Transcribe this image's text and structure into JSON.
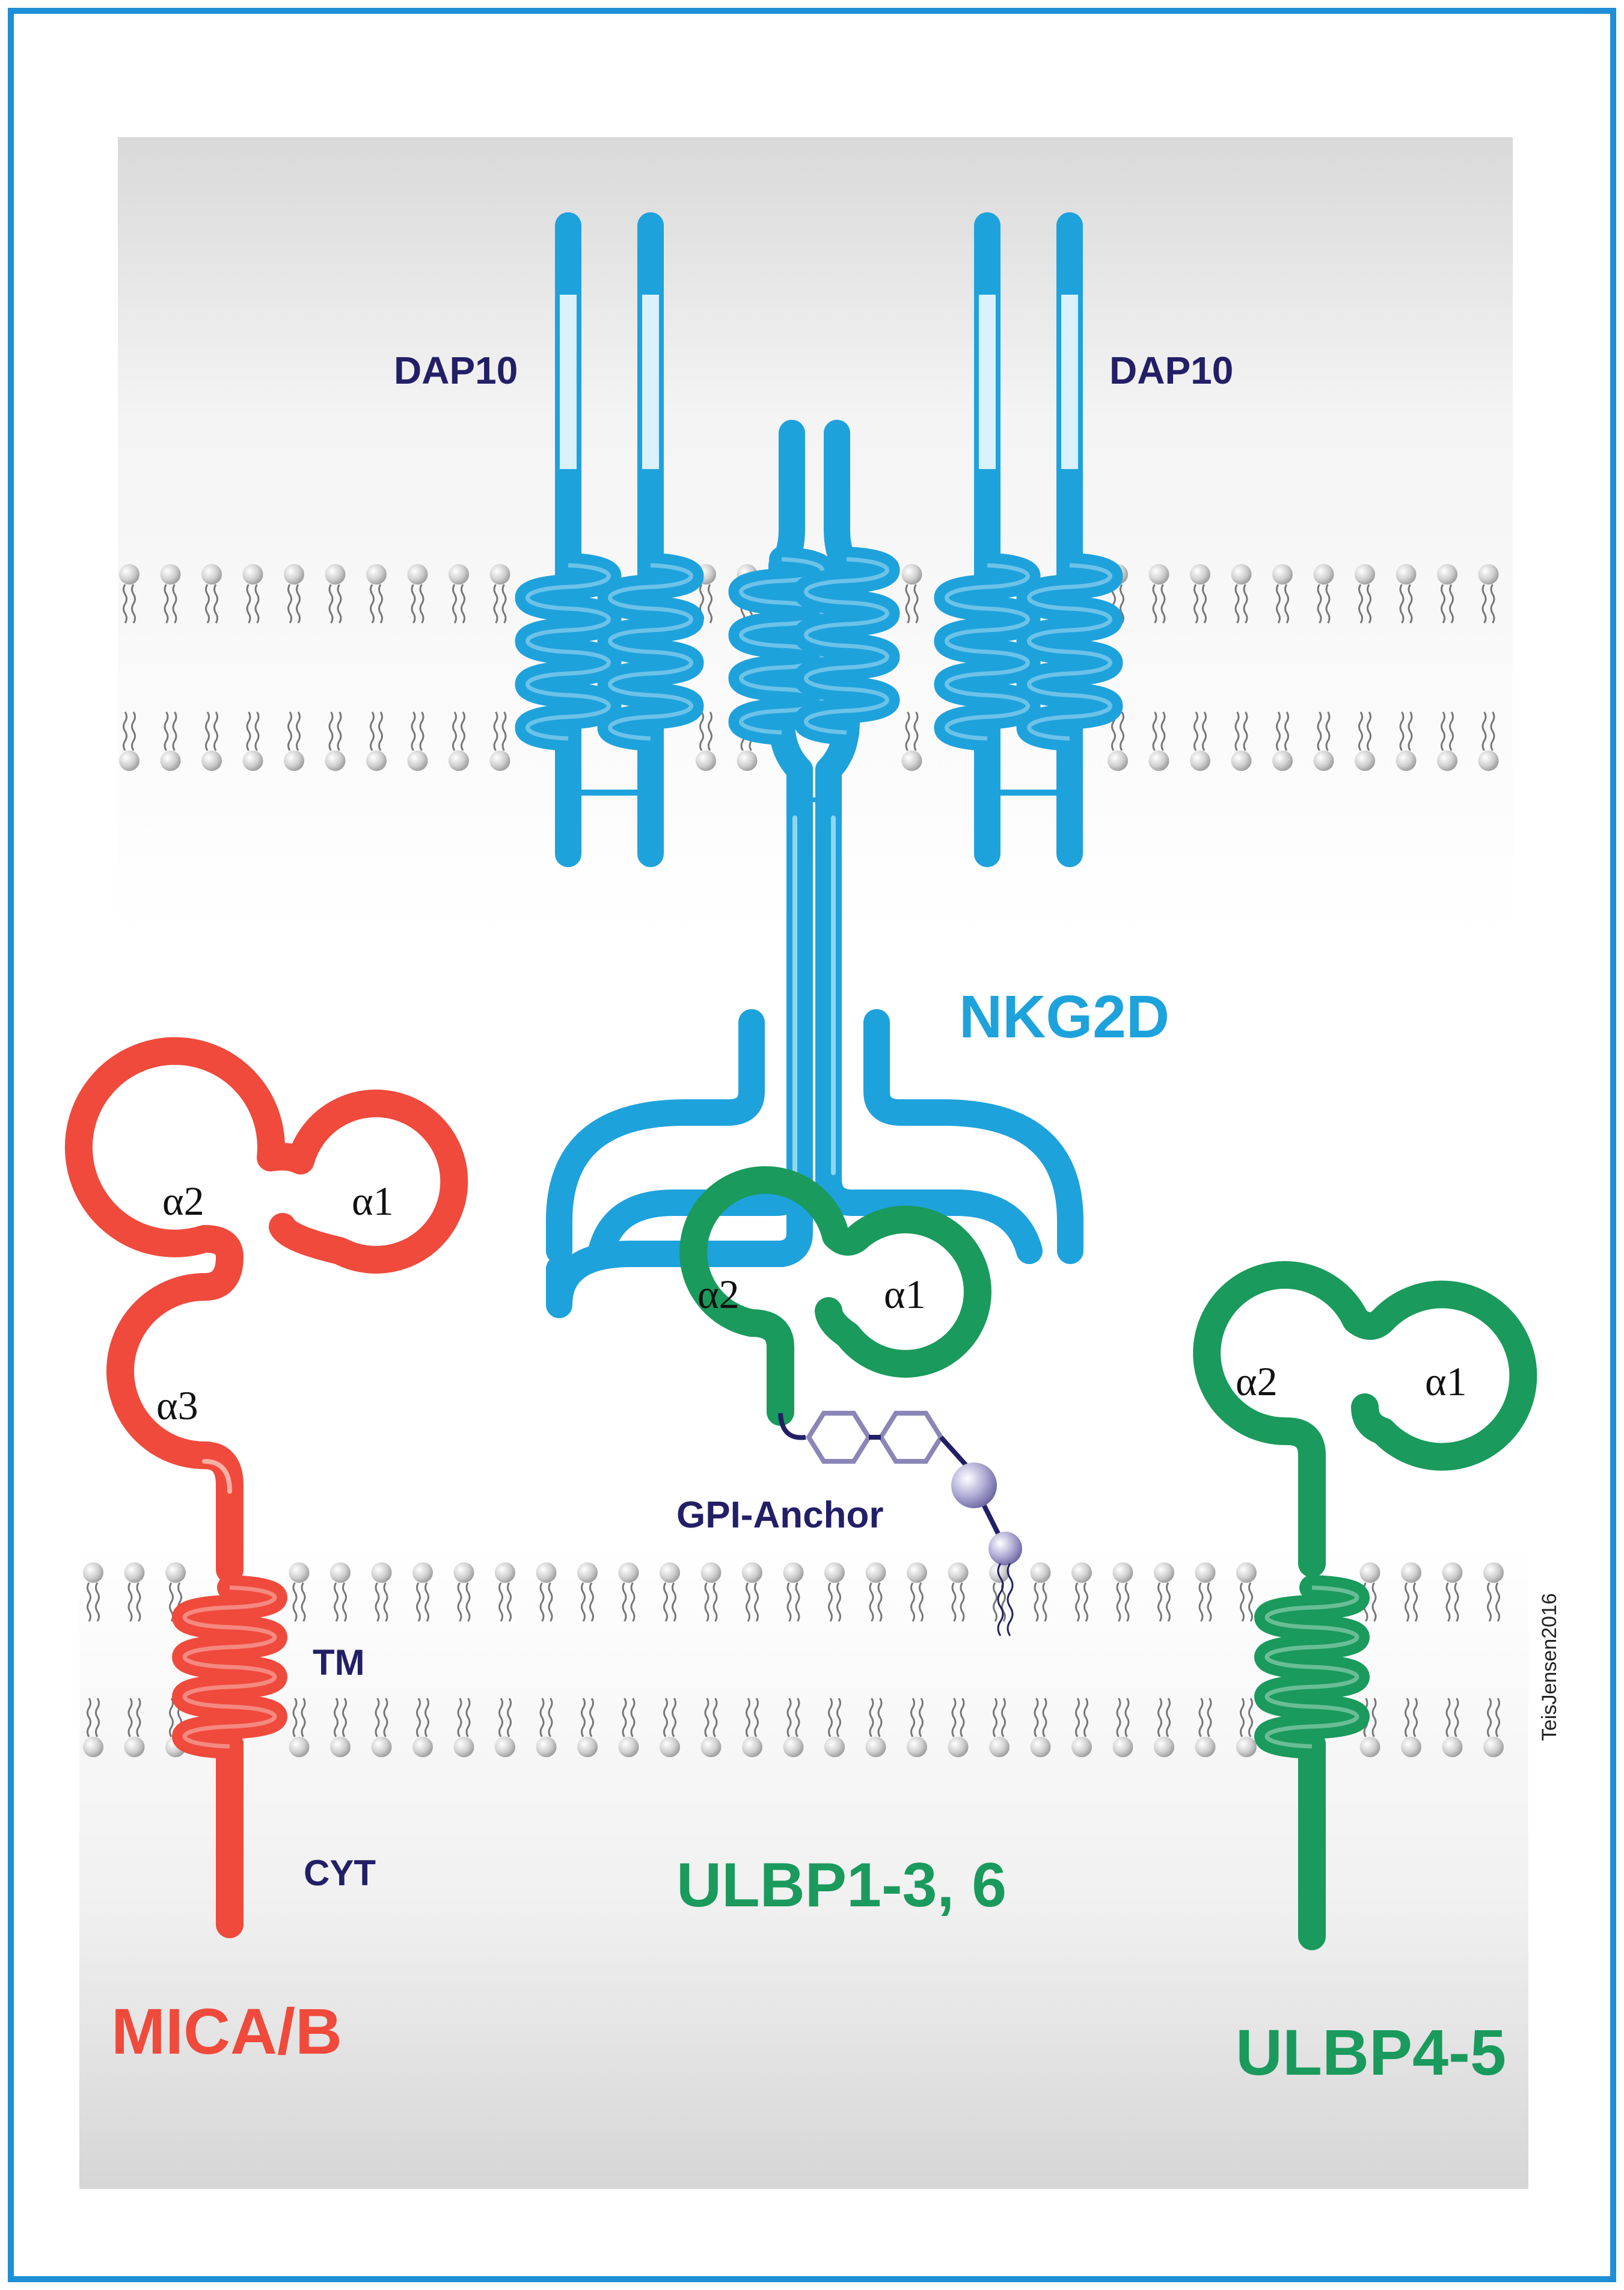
{
  "diagram": {
    "colors": {
      "frame": "#1e8fd6",
      "nkg2d": "#1ea2dc",
      "nkg2d_highlight": "#8fd6f3",
      "nkg2d_light_segment": "#d8f1fb",
      "mica": "#ef4a3c",
      "mica_highlight": "#fbb0a4",
      "ulbp": "#1a9a5c",
      "ulbp_highlight": "#8fdcb2",
      "dark_label": "#231f66",
      "gpi": "#8b86b7",
      "membrane_band": "#dcdcdc",
      "lipid_head": "#c8c8c8"
    },
    "labels": {
      "dap10_left": "DAP10",
      "dap10_right": "DAP10",
      "nkg2d": "NKG2D",
      "mica_b": "MICA/B",
      "mica_alpha1": "α1",
      "mica_alpha2": "α2",
      "mica_alpha3": "α3",
      "tm": "TM",
      "cyt": "CYT",
      "ulbp13_alpha1": "α1",
      "ulbp13_alpha2": "α2",
      "gpi_anchor": "GPI-Anchor",
      "ulbp1_3_6": "ULBP1-3, 6",
      "ulbp45_alpha1": "α1",
      "ulbp45_alpha2": "α2",
      "ulbp4_5": "ULBP4-5",
      "credit": "TeisJensen2016"
    },
    "icons": [
      "lipid-bilayer-upper",
      "lipid-bilayer-lower",
      "dap10-helix",
      "nkg2d-helix",
      "mica-helix",
      "ulbp45-helix",
      "gpi-anchor-rings"
    ]
  }
}
